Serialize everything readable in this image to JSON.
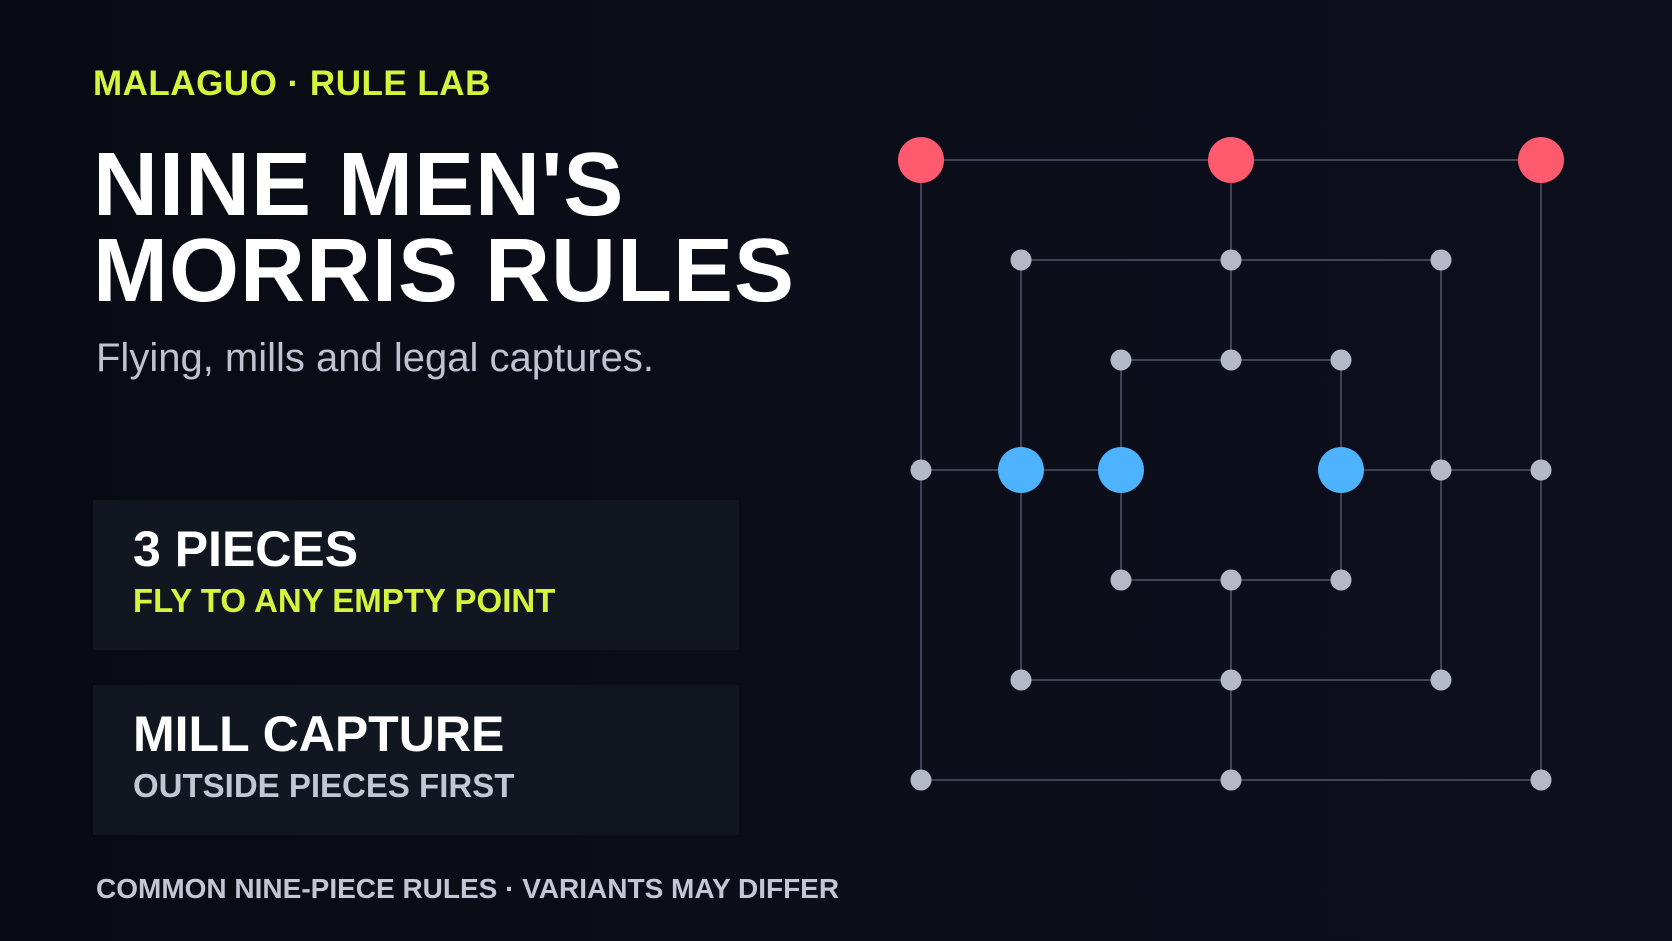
{
  "header": {
    "kicker": "MALAGUO · RULE LAB",
    "title_line1": "NINE MEN'S",
    "title_line2": "MORRIS RULES",
    "subtitle": "Flying, mills and legal captures."
  },
  "cards": [
    {
      "title": "3 PIECES",
      "subtitle": "FLY TO ANY EMPTY POINT"
    },
    {
      "title": "MILL CAPTURE",
      "subtitle": "OUTSIDE PIECES FIRST"
    }
  ],
  "footer": "COMMON NINE-PIECE RULES · VARIANTS MAY DIFFER",
  "colors": {
    "accent": "#d4f53c",
    "red_piece": "#ff5a6e",
    "blue_piece": "#4db3ff",
    "empty_point": "#b5b8c6",
    "board_line": "#5c6074"
  },
  "board": {
    "rings": 3,
    "red_pieces": [
      "outer-top-left",
      "outer-top-middle",
      "outer-top-right"
    ],
    "blue_pieces": [
      "middle-left-middle",
      "inner-left-middle",
      "inner-right-middle"
    ]
  }
}
